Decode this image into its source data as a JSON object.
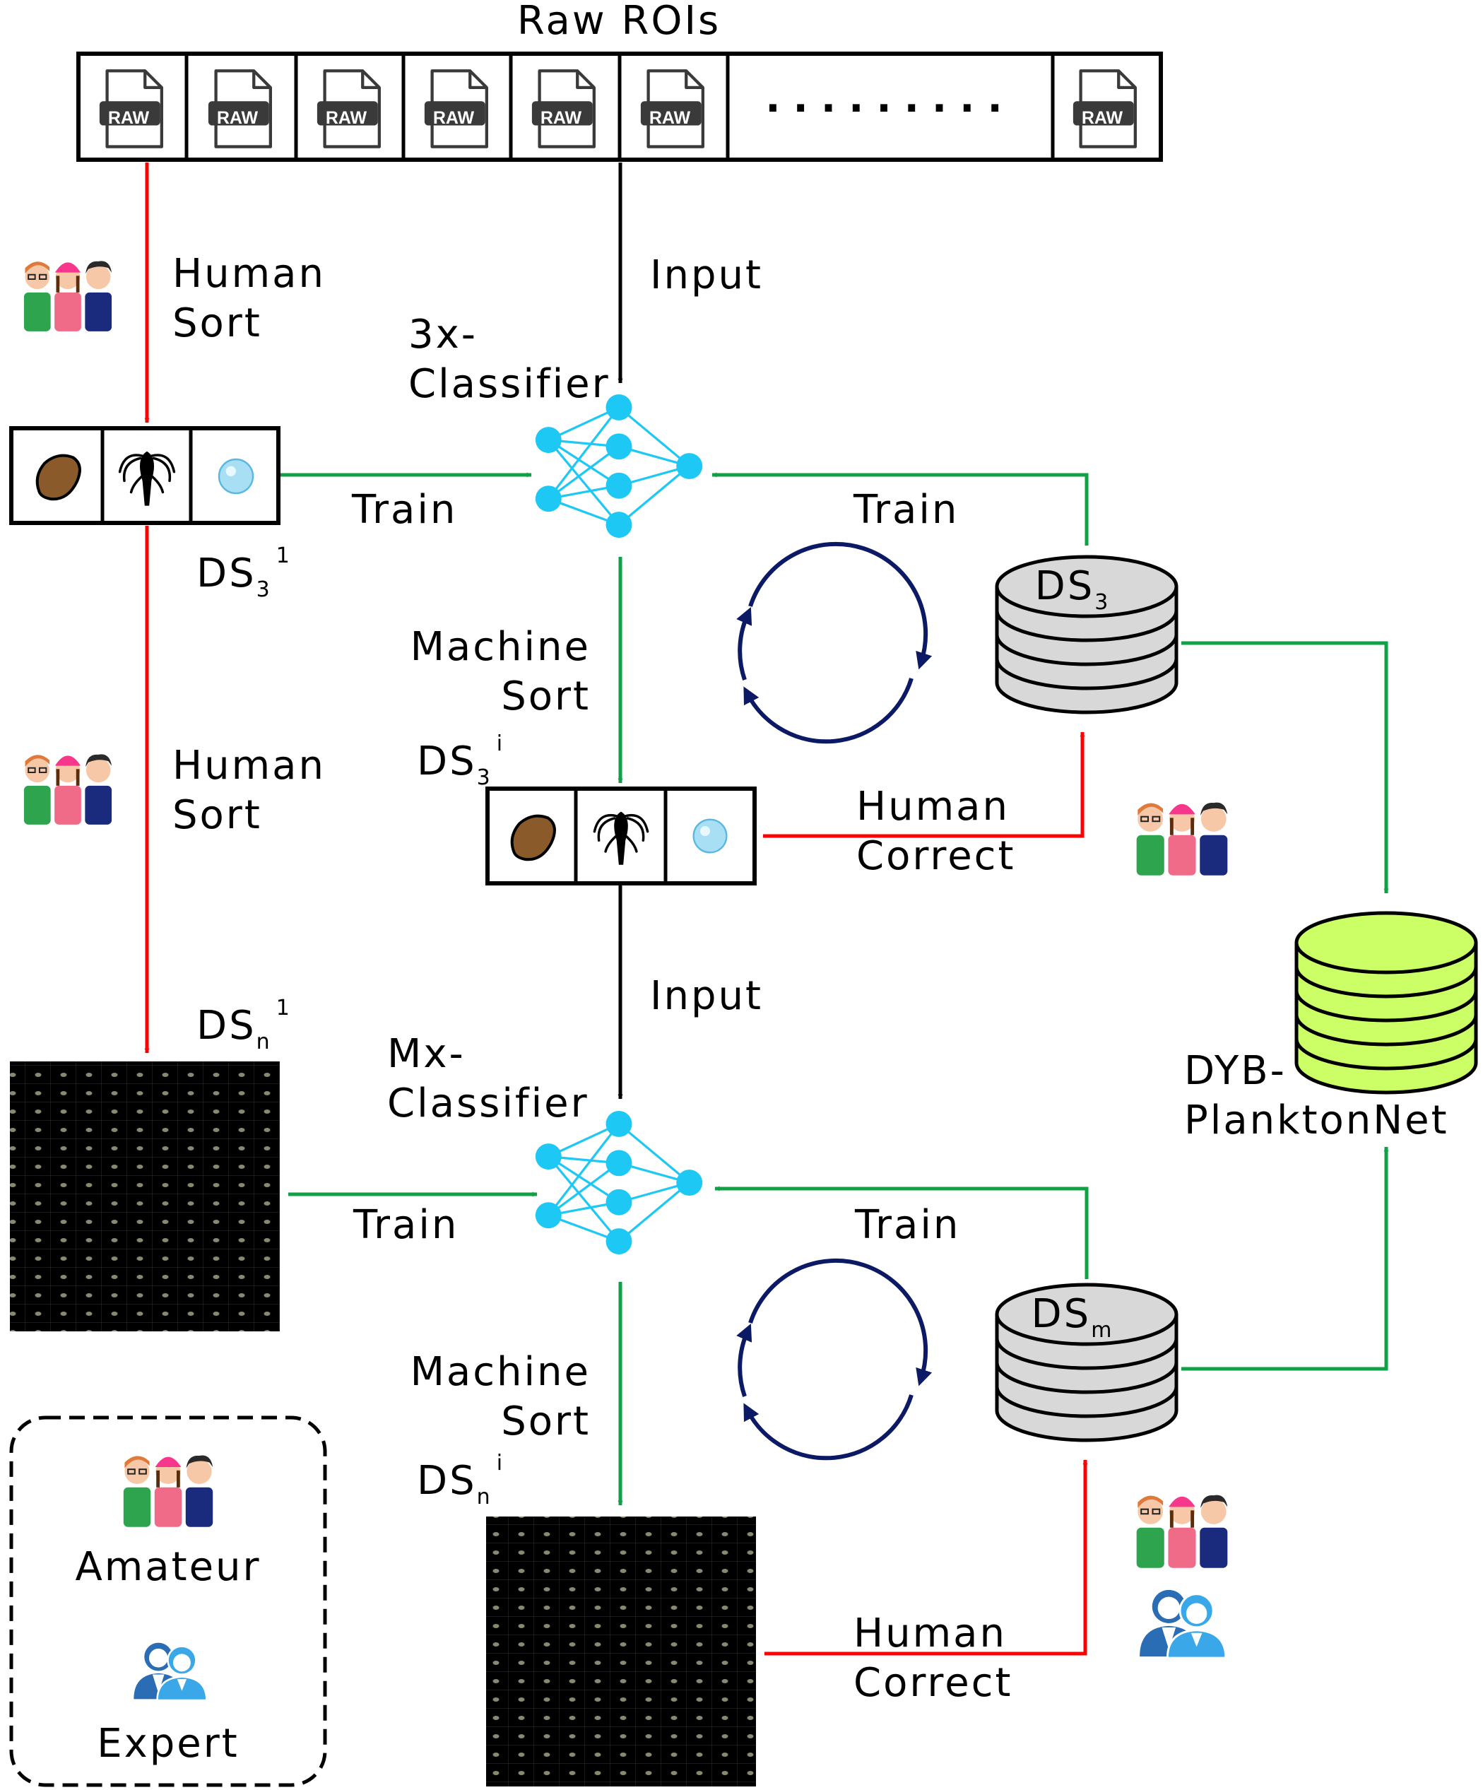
{
  "title": "Raw ROIs",
  "raw_label": "RAW",
  "ellipsis": ".........",
  "labels": {
    "human_sort_1": [
      "Human",
      "Sort"
    ],
    "human_sort_2": [
      "Human",
      "Sort"
    ],
    "input_1": "Input",
    "input_2": "Input",
    "classifier_3x": [
      "3x-",
      "Classifier"
    ],
    "classifier_mx": [
      "Mx-",
      "Classifier"
    ],
    "train_1": "Train",
    "train_2": "Train",
    "train_3": "Train",
    "train_4": "Train",
    "machine_sort_1": [
      "Machine",
      "Sort"
    ],
    "machine_sort_2": [
      "Machine",
      "Sort"
    ],
    "human_correct_1": [
      "Human",
      "Correct"
    ],
    "human_correct_2": [
      "Human",
      "Correct"
    ],
    "dyb": [
      "DYB-",
      "PlanktonNet"
    ]
  },
  "datasets": {
    "ds3_1": {
      "base": "DS",
      "sub": "3",
      "sup": "1"
    },
    "ds3_i": {
      "base": "DS",
      "sub": "3",
      "sup": "i"
    },
    "dsn_1": {
      "base": "DS",
      "sub": "n",
      "sup": "1"
    },
    "dsn_i": {
      "base": "DS",
      "sub": "n",
      "sup": "i"
    },
    "ds3_db": {
      "base": "DS",
      "sub": "3"
    },
    "dsm_db": {
      "base": "DS",
      "sub": "m"
    }
  },
  "legend": {
    "amateur": "Amateur",
    "expert": "Expert"
  },
  "colors": {
    "human_arrow": "#ff0000",
    "machine_arrow": "#10a046",
    "input_arrow": "#000000",
    "network": "#1ec8f5",
    "cycle": "#0c1a66",
    "db_gray": "#d8d8d8",
    "db_green": "#ccff66"
  },
  "icons": [
    "raw-file-icon",
    "amateur-group-icon",
    "expert-group-icon",
    "neural-network-icon",
    "database-icon",
    "cycle-icon",
    "particle-icon",
    "copepod-icon",
    "bubble-icon",
    "plankton-grid-icon"
  ]
}
